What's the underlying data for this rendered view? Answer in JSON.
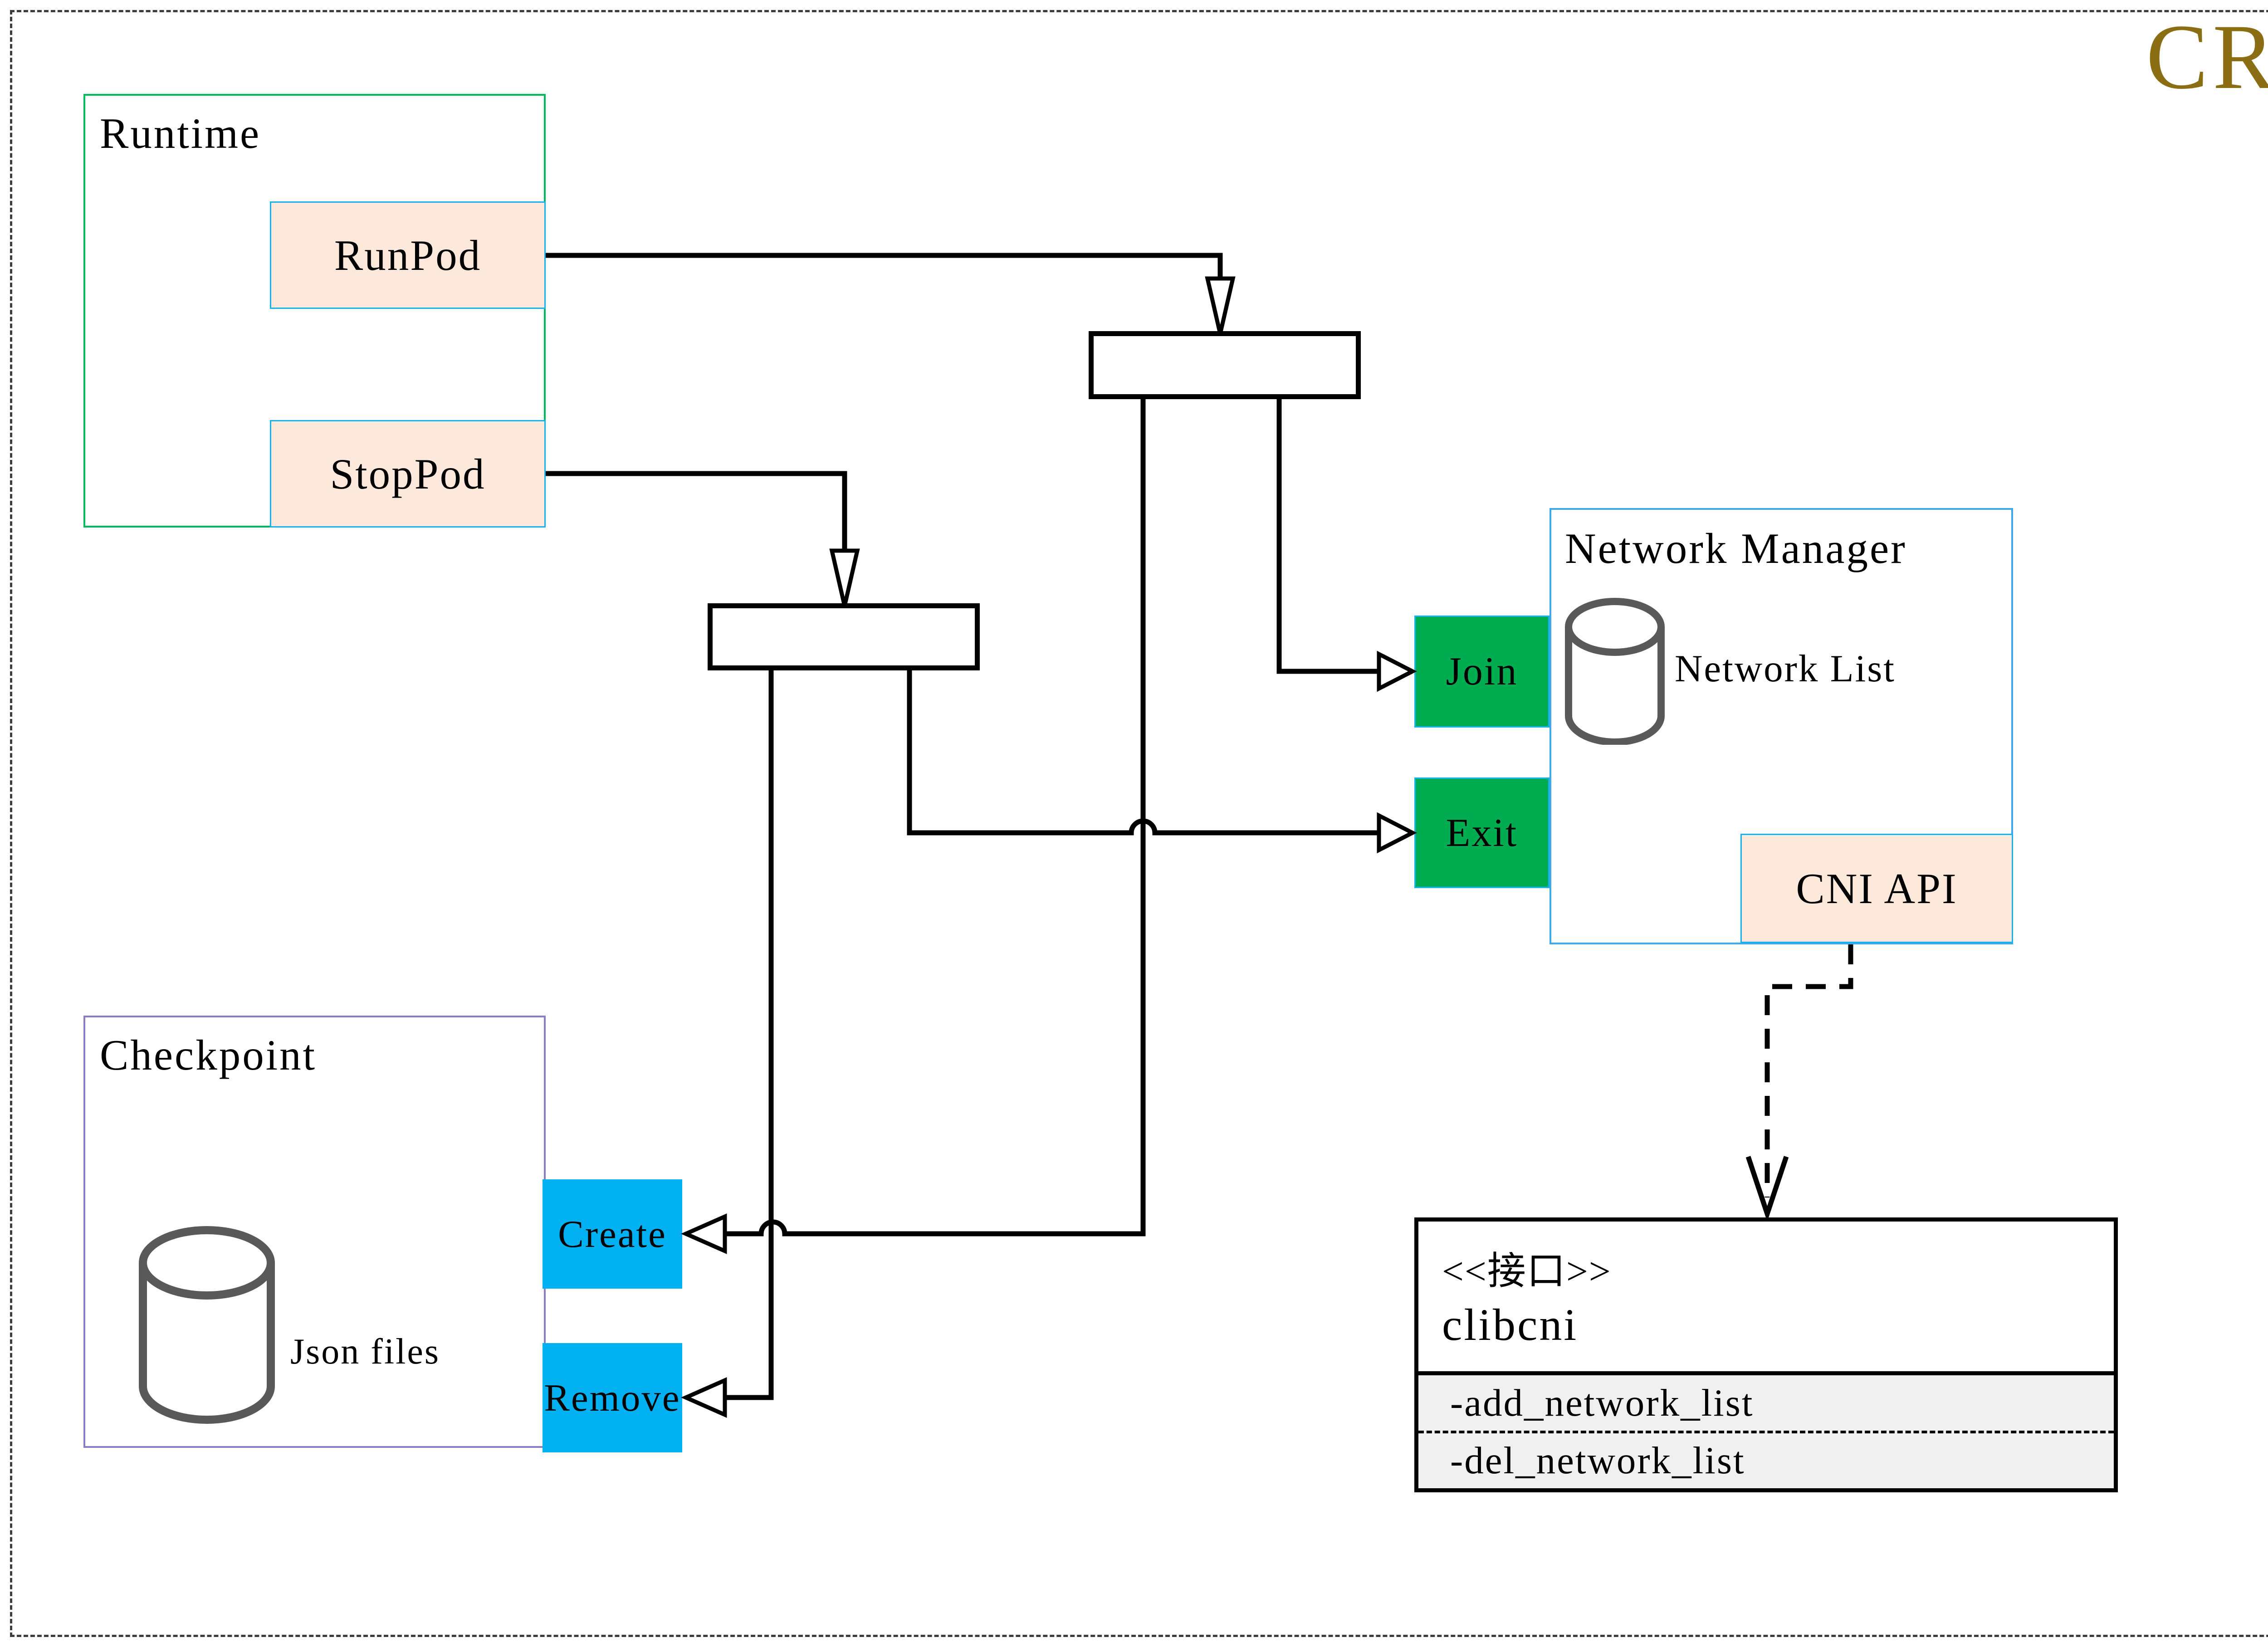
{
  "diagram_title": "CRI",
  "runtime": {
    "label": "Runtime",
    "runpod_label": "RunPod",
    "stoppod_label": "StopPod"
  },
  "network_manager": {
    "label": "Network Manager",
    "network_list_label": "Network List",
    "join_label": "Join",
    "exit_label": "Exit",
    "cni_api_label": "CNI API"
  },
  "checkpoint": {
    "label": "Checkpoint",
    "json_files_label": "Json files",
    "create_label": "Create",
    "remove_label": "Remove"
  },
  "clibcni": {
    "stereotype": "<<接口>>",
    "name": "clibcni",
    "methods": [
      "-add_network_list",
      "-del_network_list"
    ]
  },
  "colors": {
    "title": "#8B6D14",
    "runtime_border": "#00BB5E",
    "network_manager_border": "#3FA9E8",
    "checkpoint_border": "#8E7CC3",
    "port_border": "#18B2EE",
    "peach_fill": "#FCE9DC",
    "green_fill": "#00AC50",
    "blue_fill": "#00B0F0",
    "methods_bg": "#F0F0F0",
    "cylinder_stroke": "#595959",
    "connector": "#000000"
  }
}
